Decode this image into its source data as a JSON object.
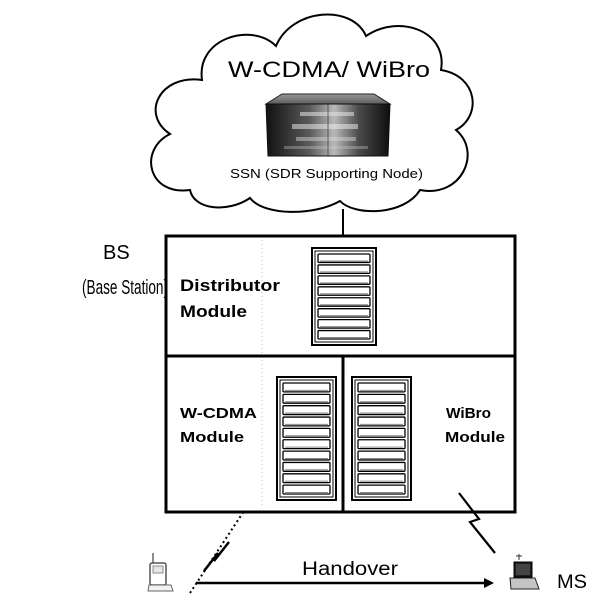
{
  "cloud": {
    "title": "W-CDMA/ WiBro",
    "node_label": "SSN (SDR Supporting Node)",
    "node_icon": "server-icon"
  },
  "base_station": {
    "label": "BS",
    "sublabel": "(Base Station)"
  },
  "modules": {
    "distributor": {
      "line1": "Distributor",
      "line2": "Module",
      "icon": "rack-icon"
    },
    "wcdma": {
      "line1": "W-CDMA",
      "line2": "Module",
      "icon": "rack-icon"
    },
    "wibro": {
      "line1": "WiBro",
      "line2": "Module",
      "icon": "rack-icon"
    }
  },
  "links": {
    "left_icon": "wireless-link-icon",
    "right_icon": "wireless-link-icon"
  },
  "handover": {
    "label": "Handover",
    "icon": "arrow-right-icon"
  },
  "mobile_station": {
    "label": "MS",
    "source_icon": "phone-icon",
    "target_icon": "laptop-icon"
  },
  "colors": {
    "line": "#000000",
    "background": "#ffffff"
  }
}
